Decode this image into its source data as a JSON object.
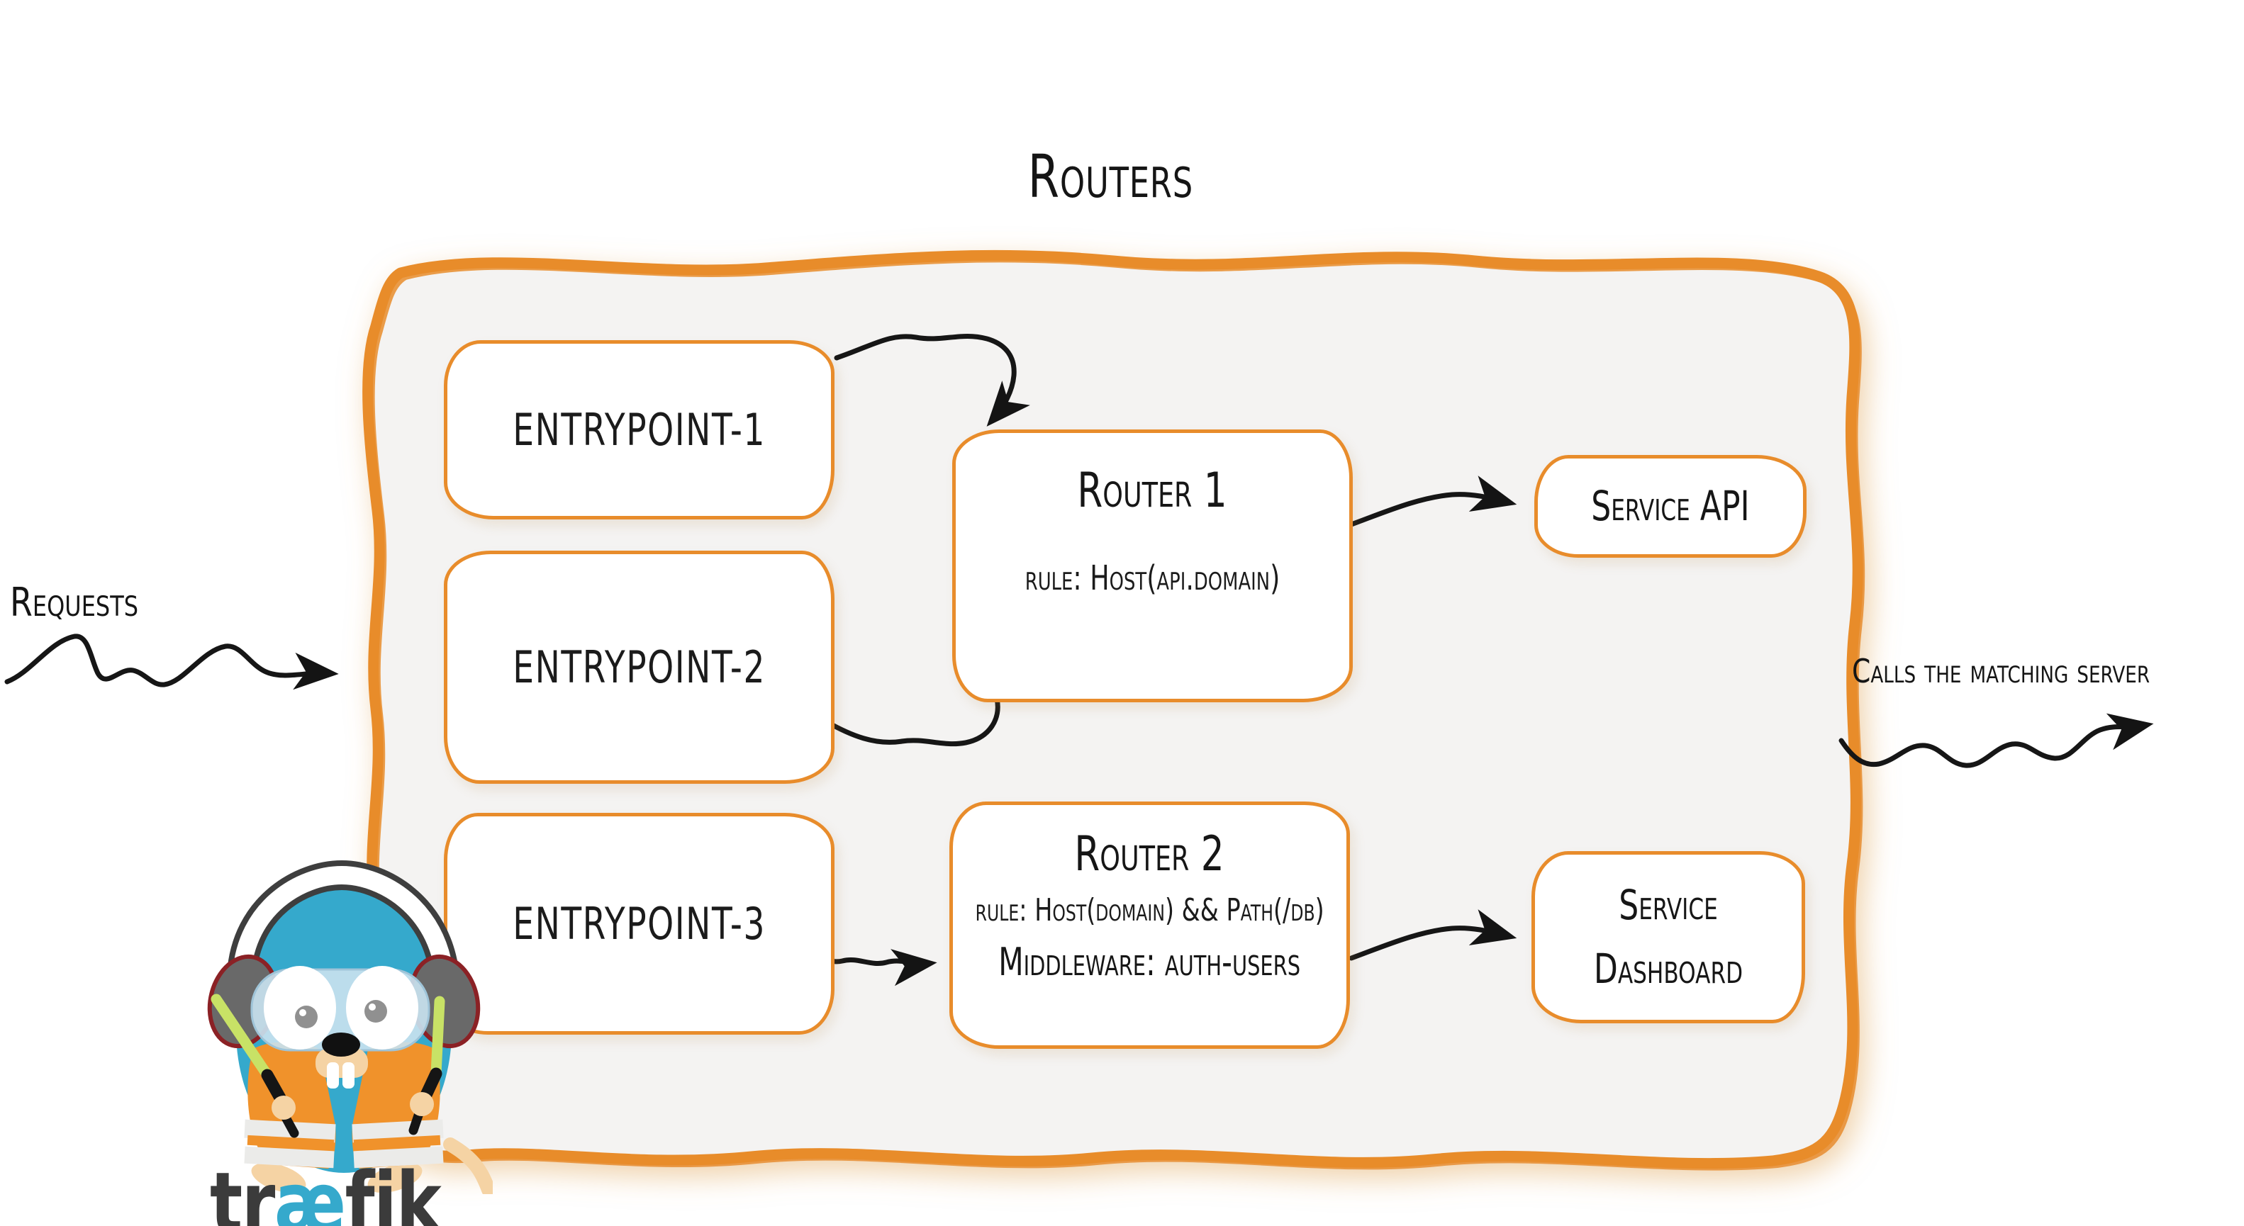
{
  "title": "Routers",
  "colors": {
    "accent_orange": "#e88c2b",
    "frame_fill": "#f4f3f2",
    "ink_black": "#1a1a1a",
    "traefik_blue": "#35a9cc",
    "logo_text_gray": "#3b3b3b"
  },
  "entrypoints": [
    {
      "label": "entrypoint-1"
    },
    {
      "label": "entrypoint-2"
    },
    {
      "label": "entrypoint-3"
    }
  ],
  "routers": [
    {
      "title": "Router 1",
      "rule": "rule: Host(api.domain)"
    },
    {
      "title": "Router 2",
      "rule": "rule: Host(domain) && Path(/db)",
      "middleware": "Middleware: auth-users"
    }
  ],
  "services": [
    {
      "label": "Service API"
    },
    {
      "label": "Service Dashboard"
    }
  ],
  "annotations": {
    "requests_label": "Requests",
    "calls_label": "Calls the matching server"
  },
  "logo": {
    "part1": "tr",
    "part2": "æ",
    "part3": "fik"
  },
  "icons": {
    "mascot": "traefik-gopher-mascot"
  }
}
